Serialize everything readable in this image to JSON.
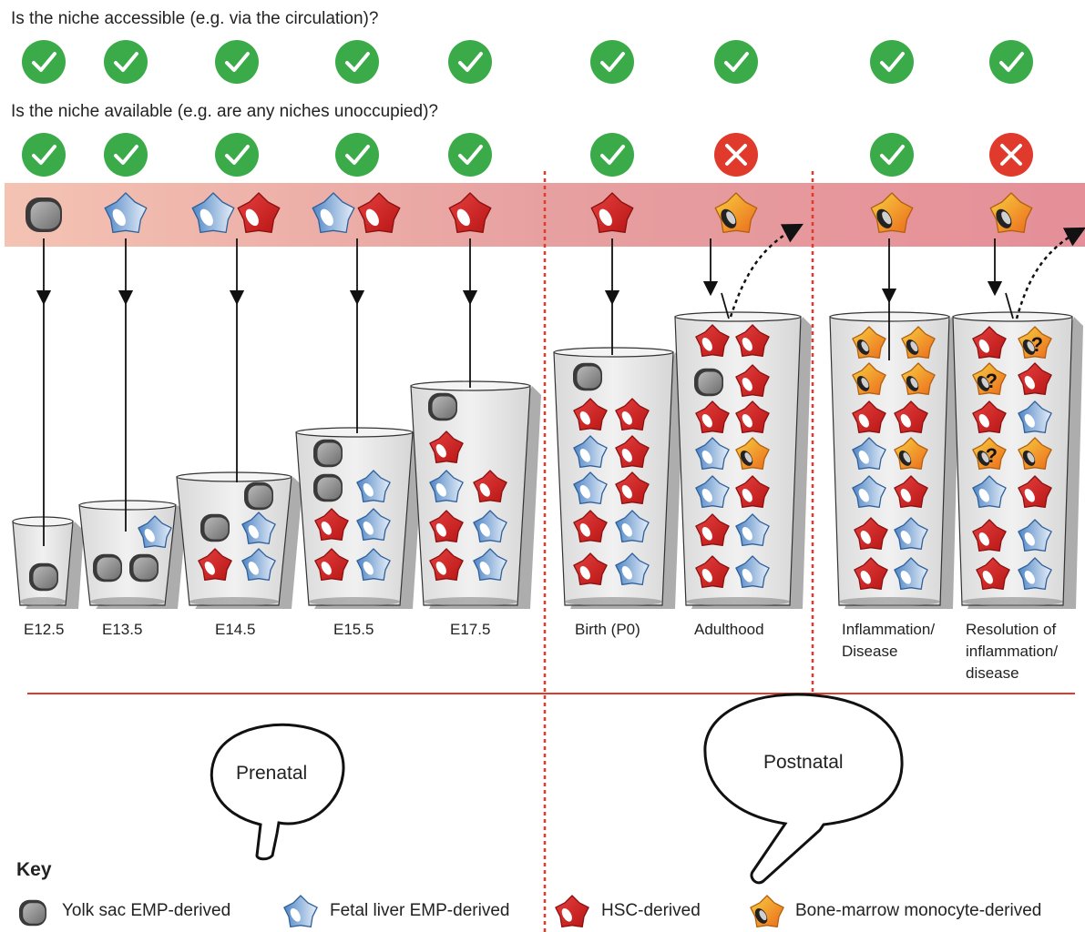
{
  "questions": {
    "accessible": "Is the niche accessible (e.g. via the circulation)?",
    "available": "Is the niche available (e.g. are any niches unoccupied)?"
  },
  "stages": [
    {
      "label": "E12.5",
      "accessible": true,
      "available": true,
      "incoming": [
        "yolk"
      ]
    },
    {
      "label": "E13.5",
      "accessible": true,
      "available": true,
      "incoming": [
        "fetal"
      ]
    },
    {
      "label": "E14.5",
      "accessible": true,
      "available": true,
      "incoming": [
        "fetal",
        "hsc"
      ]
    },
    {
      "label": "E15.5",
      "accessible": true,
      "available": true,
      "incoming": [
        "fetal",
        "hsc"
      ]
    },
    {
      "label": "E17.5",
      "accessible": true,
      "available": true,
      "incoming": [
        "hsc"
      ]
    },
    {
      "label": "Birth (P0)",
      "accessible": true,
      "available": true,
      "incoming": [
        "hsc"
      ]
    },
    {
      "label": "Adulthood",
      "accessible": true,
      "available": false,
      "incoming": [
        "bm"
      ]
    },
    {
      "label": "Inflammation/ Disease",
      "accessible": true,
      "available": true,
      "incoming": [
        "bm"
      ]
    },
    {
      "label": "Resolution of inflammation/ disease",
      "accessible": true,
      "available": false,
      "incoming": [
        "bm"
      ]
    }
  ],
  "periods": {
    "prenatal": "Prenatal",
    "postnatal": "Postnatal"
  },
  "key": {
    "title": "Key",
    "items": [
      {
        "type": "yolk",
        "label": "Yolk sac EMP-derived"
      },
      {
        "type": "fetal",
        "label": "Fetal liver EMP-derived"
      },
      {
        "type": "hsc",
        "label": "HSC-derived"
      },
      {
        "type": "bm",
        "label": "Bone-marrow monocyte-derived"
      }
    ]
  },
  "unknown_marker": "?",
  "colors": {
    "check": "#3bab4a",
    "cross": "#e03a2c",
    "band": "#e8a3a3",
    "divider": "#e03a2c",
    "yolk": "#8a8a8a",
    "fetal": "#5b95cf",
    "hsc": "#d42828",
    "bm": "#f39a1f"
  }
}
